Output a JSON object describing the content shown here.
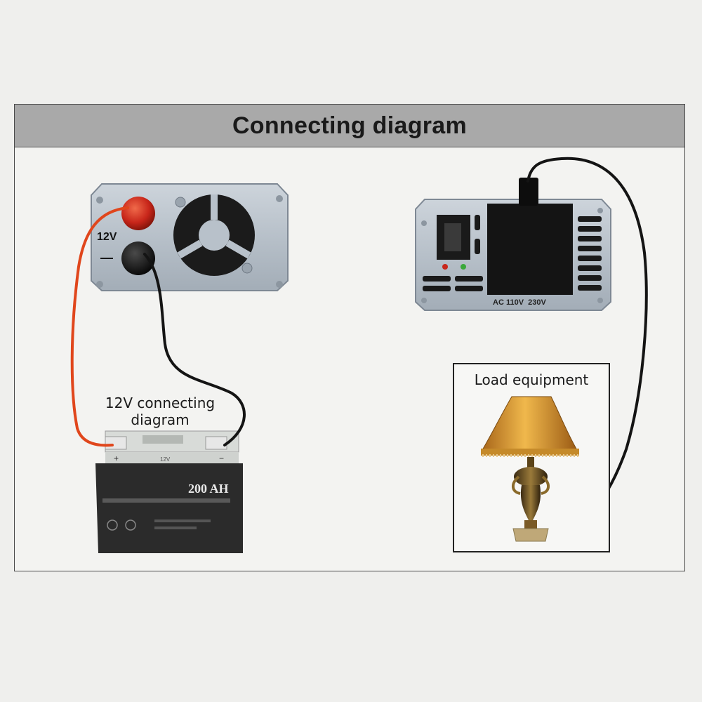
{
  "title": "Connecting diagram",
  "battery": {
    "caption_line1": "12V connecting",
    "caption_line2": "diagram",
    "capacity": "200 AH",
    "top_label": "12V"
  },
  "inverter_front": {
    "voltage_label": "12V",
    "minus_label": "—"
  },
  "inverter_back": {
    "ac_label": "AC 110V  230V"
  },
  "load": {
    "label": "Load equipment"
  },
  "colors": {
    "title_bar": "#a9a9a9",
    "red_wire": "#e0461c",
    "black_wire": "#141414",
    "panel_metal": "#b9c2cc",
    "lamp_shade": "#d99a2b"
  }
}
